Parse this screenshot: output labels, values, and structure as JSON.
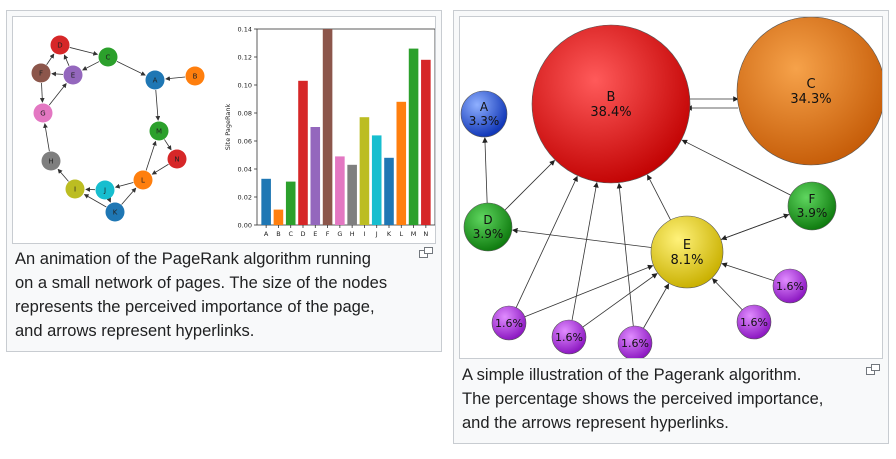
{
  "left_figure": {
    "caption": "An animation of the PageRank algorithm running on a small network of pages. The size of the nodes represents the perceived importance of the page, and arrows represent hyperlinks.",
    "caption_lines": [
      "An animation of the PageRank algorithm running",
      "on a small network of pages. The size of the nodes",
      "represents the perceived importance of the page,",
      "and arrows represent hyperlinks."
    ],
    "graph_nodes": [
      {
        "id": "D",
        "color": "#d62728"
      },
      {
        "id": "C",
        "color": "#2ca02c"
      },
      {
        "id": "F",
        "color": "#8c564b"
      },
      {
        "id": "E",
        "color": "#9467bd"
      },
      {
        "id": "A",
        "color": "#1f77b4"
      },
      {
        "id": "B",
        "color": "#ff7f0e"
      },
      {
        "id": "G",
        "color": "#e377c2"
      },
      {
        "id": "M",
        "color": "#2ca02c"
      },
      {
        "id": "N",
        "color": "#d62728"
      },
      {
        "id": "H",
        "color": "#7f7f7f"
      },
      {
        "id": "L",
        "color": "#ff7f0e"
      },
      {
        "id": "I",
        "color": "#bcbd22"
      },
      {
        "id": "J",
        "color": "#17becf"
      },
      {
        "id": "K",
        "color": "#1f77b4"
      }
    ],
    "chart_data": {
      "type": "bar",
      "ylabel": "Site PageRank",
      "xlabel": "",
      "title": "",
      "ylim": [
        0,
        0.14
      ],
      "yticks": [
        "0.00",
        "0.02",
        "0.04",
        "0.06",
        "0.08",
        "0.10",
        "0.12",
        "0.14"
      ],
      "categories": [
        "A",
        "B",
        "C",
        "D",
        "E",
        "F",
        "G",
        "H",
        "I",
        "J",
        "K",
        "L",
        "M",
        "N"
      ],
      "values": [
        0.033,
        0.011,
        0.031,
        0.103,
        0.07,
        0.14,
        0.049,
        0.043,
        0.077,
        0.064,
        0.048,
        0.088,
        0.126,
        0.118
      ],
      "colors": [
        "#1f77b4",
        "#ff7f0e",
        "#2ca02c",
        "#d62728",
        "#9467bd",
        "#8c564b",
        "#e377c2",
        "#7f7f7f",
        "#bcbd22",
        "#17becf",
        "#1f77b4",
        "#ff7f0e",
        "#2ca02c",
        "#d62728"
      ]
    }
  },
  "right_figure": {
    "caption": "A simple illustration of the Pagerank algorithm. The percentage shows the perceived importance, and the arrows represent hyperlinks.",
    "caption_lines": [
      "A simple illustration of the Pagerank algorithm.",
      "The percentage shows the perceived importance,",
      "and the arrows represent hyperlinks."
    ],
    "nodes": [
      {
        "id": "A",
        "label": "A",
        "pct": "3.3%",
        "color": "#1f5fd6"
      },
      {
        "id": "B",
        "label": "B",
        "pct": "38.4%",
        "color": "#e01414"
      },
      {
        "id": "C",
        "label": "C",
        "pct": "34.3%",
        "color": "#de7410"
      },
      {
        "id": "D",
        "label": "D",
        "pct": "3.9%",
        "color": "#1f9a1f"
      },
      {
        "id": "E",
        "label": "E",
        "pct": "8.1%",
        "color": "#e8d21a"
      },
      {
        "id": "F",
        "label": "F",
        "pct": "3.9%",
        "color": "#1f9a1f"
      },
      {
        "id": "p1",
        "label": "",
        "pct": "1.6%",
        "color": "#a52fd6"
      },
      {
        "id": "p2",
        "label": "",
        "pct": "1.6%",
        "color": "#a52fd6"
      },
      {
        "id": "p3",
        "label": "",
        "pct": "1.6%",
        "color": "#a52fd6"
      },
      {
        "id": "p4",
        "label": "",
        "pct": "1.6%",
        "color": "#a52fd6"
      },
      {
        "id": "p5",
        "label": "",
        "pct": "1.6%",
        "color": "#a52fd6"
      }
    ]
  }
}
